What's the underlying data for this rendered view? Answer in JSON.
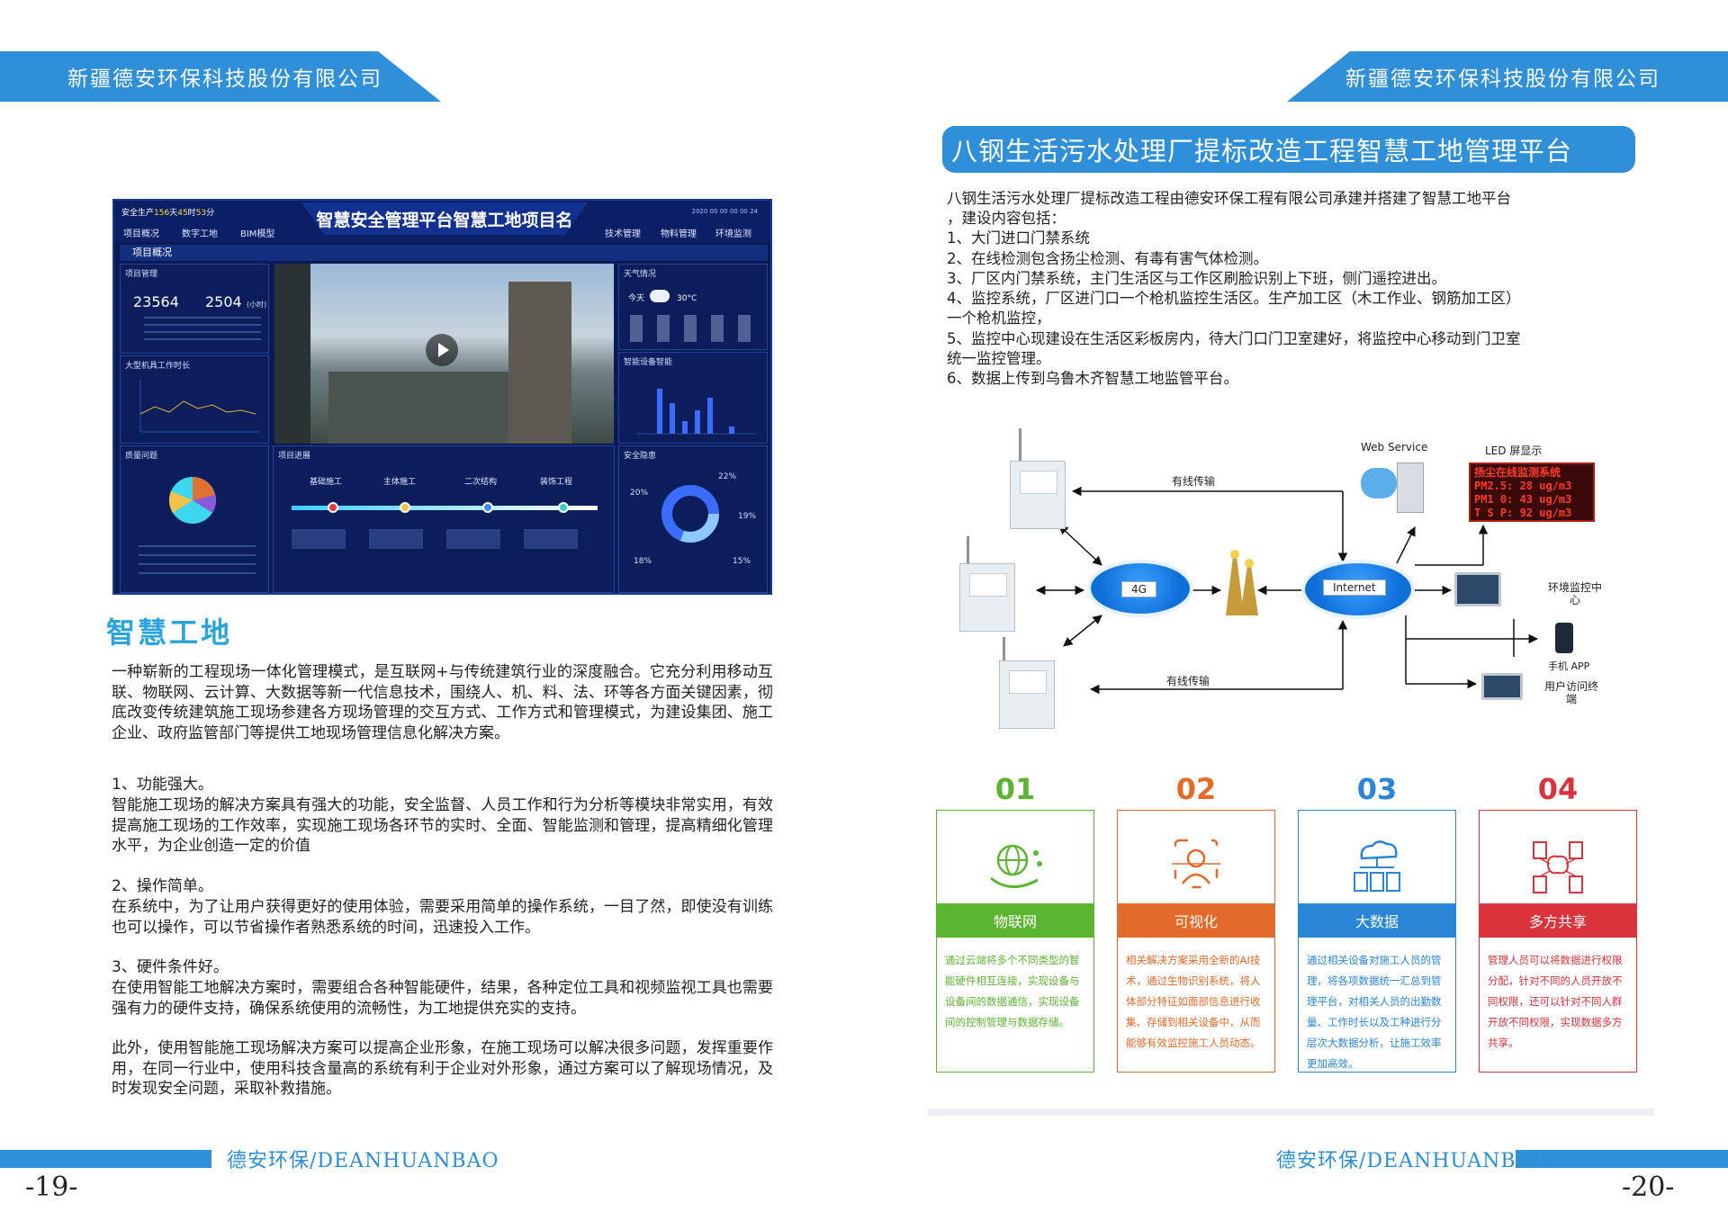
{
  "header": {
    "company": "新疆德安环保科技股份有限公司"
  },
  "dashboard": {
    "kpi_prefix": "安全生产",
    "kpi_days": "156",
    "kpi_unit1": "天",
    "kpi_hours": "45",
    "kpi_unit2": "时",
    "kpi_minutes": "53",
    "kpi_unit3": "分",
    "title": "智慧安全管理平台智慧工地项目名",
    "time": "2020 00 00   00 00 24",
    "nav_left": [
      "项目概况",
      "数字工地",
      "BIM模型"
    ],
    "nav_right": [
      "技术管理",
      "物料管理",
      "环境监测"
    ],
    "section": "项目概况",
    "panels": {
      "project": "项目管理",
      "labor_num": "23564",
      "labor_hours": "2504",
      "labor_unit": "(小时)",
      "machine": "大型机具工作时长",
      "weather": "天气情况",
      "weather_today": "今天",
      "weather_temp": "30°C",
      "device": "智能设备智能",
      "quality": "质量问题",
      "progress": "项目进展",
      "progress_stages": [
        "基础施工",
        "主体施工",
        "二次结构",
        "装饰工程"
      ],
      "safety": "安全隐患",
      "safety_values": [
        "22%",
        "20%",
        "19%",
        "18%",
        "15%"
      ]
    }
  },
  "left": {
    "heading": "智慧工地",
    "intro": "一种崭新的工程现场一体化管理模式，是互联网+与传统建筑行业的深度融合。它充分利用移动互联、物联网、云计算、大数据等新一代信息技术，围绕人、机、料、法、环等各方面关键因素，彻底改变传统建筑施工现场参建各方现场管理的交互方式、工作方式和管理模式，为建设集团、施工企业、政府监管部门等提供工地现场管理信息化解决方案。",
    "p1_title": "1、功能强大。",
    "p1_body": "智能施工现场的解决方案具有强大的功能，安全监督、人员工作和行为分析等模块非常实用，有效提高施工现场的工作效率，实现施工现场各环节的实时、全面、智能监测和管理，提高精细化管理水平，为企业创造一定的价值",
    "p2_title": "2、操作简单。",
    "p2_body": "在系统中，为了让用户获得更好的使用体验，需要采用简单的操作系统，一目了然，即使没有训练也可以操作，可以节省操作者熟悉系统的时间，迅速投入工作。",
    "p3_title": "3、硬件条件好。",
    "p3_body": "在使用智能工地解决方案时，需要组合各种智能硬件，结果，各种定位工具和视频监视工具也需要强有力的硬件支持，确保系统使用的流畅性，为工地提供充实的支持。",
    "p4_body": "此外，使用智能施工现场解决方案可以提高企业形象，在施工现场可以解决很多问题，发挥重要作用，在同一行业中，使用科技含量高的系统有利于企业对外形象，通过方案可以了解现场情况，及时发现安全问题，采取补救措施。"
  },
  "right": {
    "title": "八钢生活污水处理厂提标改造工程智慧工地管理平台",
    "lines": [
      "八钢生活污水处理厂提标改造工程由德安环保工程有限公司承建并搭建了智慧工地平台",
      "，建设内容包括：",
      "1、大门进口门禁系统",
      "2、在线检测包含扬尘检测、有毒有害气体检测。",
      "3、厂区内门禁系统，主门生活区与工作区刷脸识别上下班，侧门遥控进出。",
      "4、监控系统，厂区进门口一个枪机监控生活区。生产加工区（木工作业、钢筋加工区）",
      "一个枪机监控，",
      "5、监控中心现建设在生活区彩板房内，待大门口门卫室建好，将监控中心移动到门卫室",
      "统一监控管理。",
      "6、数据上传到乌鲁木齐智慧工地监管平台。"
    ],
    "diagram": {
      "wired1": "有线传输",
      "wired2": "有线传输",
      "cloud_4g": "4G",
      "cloud_internet": "Internet",
      "web_service": "Web Service",
      "led_title": "LED 屏显示",
      "led_lines": [
        "扬尘在线监测系统",
        "PM2.5: 28  ug/m3",
        "PM1 0: 43  ug/m3",
        "T S P: 92  ug/m3"
      ],
      "env_center": "环境监控中心",
      "phone_app": "手机 APP",
      "user_terminal": "用户访问终端"
    },
    "cards": [
      {
        "num": "01",
        "title": "物联网",
        "color": "#5cb531",
        "icon": "iot-icon",
        "desc": "通过云端将多个不同类型的智能硬件相互连接，实现设备与设备间的数据通信，实现设备间的控制管理与数据存储。"
      },
      {
        "num": "02",
        "title": "可视化",
        "color": "#e46a2a",
        "icon": "face-scan-icon",
        "desc": "相关解决方案采用全新的AI技术，通过生物识别系统，将人体部分特征如面部信息进行收集、存储到相关设备中，从而能够有效监控施工人员动态。"
      },
      {
        "num": "03",
        "title": "大数据",
        "color": "#2a86d6",
        "icon": "cloud-data-icon",
        "desc": "通过相关设备对施工人员的管理，将各项数据统一汇总到管理平台，对相关人员的出勤数量、工作时长以及工种进行分层次大数据分析，让施工效率更加高效。"
      },
      {
        "num": "04",
        "title": "多方共享",
        "color": "#d9333c",
        "icon": "share-icon",
        "desc": "管理人员可以将数据进行权限分配，针对不同的人员开放不同权限，还可以针对不同人群开放不同权限，实现数据多方共享。"
      }
    ]
  },
  "footer": {
    "brand_left": "德安环保/DEANHUANBAO",
    "brand_right": "德安环保/DEANHUANBAO",
    "page_left": "-19-",
    "page_right": "-20-"
  }
}
